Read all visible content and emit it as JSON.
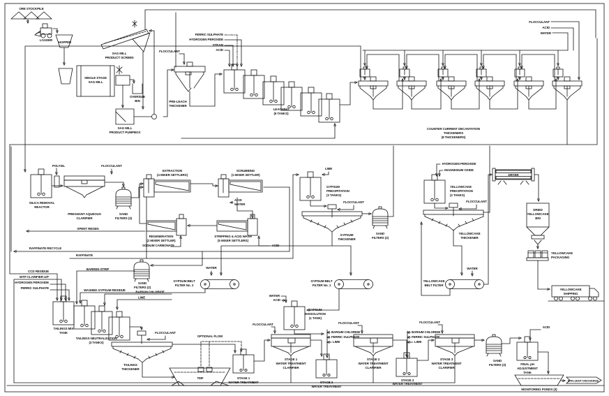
{
  "colors": {
    "line": "#111111",
    "background": "#ffffff",
    "dryer_stripe": "#8a8a3d"
  },
  "labels": {
    "grinding": {
      "ore_stockpile": "ORE STOCKPILE",
      "loader": "LOADER",
      "hopper": "HOPPER",
      "sag_mill": [
        "SINGLE STAGE",
        "SAG MILL"
      ],
      "product_screen": [
        "SAG MILL",
        "PRODUCT SCREEN"
      ],
      "oversize_bin": [
        "OVERSIZE",
        "BIN"
      ],
      "product_pumpbox": [
        "SAG MILL",
        "PRODUCT PUMPBOX"
      ],
      "pre_leach_thickener": [
        "PRE-LEACH",
        "THICKENER"
      ],
      "flocculant": "FLOCCULANT"
    },
    "leaching": {
      "ferric_sulphate": "FERRIC SULPHATE",
      "hydrogen_peroxide": "HYDROGEN PEROXIDE",
      "steam": "STEAM",
      "acid": "ACID",
      "title": [
        "LEACHING",
        "(6 TANKS)"
      ]
    },
    "ccd": {
      "flocculant": "FLOCCULANT",
      "acid": "ACID",
      "water": "WATER",
      "title": [
        "COUNTER CURRENT DECANTATION",
        "THICKENERS",
        "(8 THICKENERS)"
      ]
    },
    "sx": {
      "polysil": "POLYSIL",
      "flocculant": "FLOCCULANT",
      "silica_removal_reactor": [
        "SILICA REMOVAL",
        "REACTOR"
      ],
      "pregnant_aqueous_clarifier": [
        "PREGNANT AQUEOUS",
        "CLARIFIER"
      ],
      "sand_filters": [
        "SAND",
        "FILTERS (3)"
      ],
      "extraction": [
        "EXTRACTION",
        "(4 MIXER SETTLERS)"
      ],
      "scrubbing": [
        "SCRUBBING",
        "(1 MIXER SETTLER)"
      ],
      "acid_water": [
        "ACID",
        "WATER"
      ],
      "regeneration": [
        "REGENERATION",
        "(1 MIXER SETTLER)"
      ],
      "sodium_carbonate": "SODIUM CARBONATE",
      "stripping": [
        "STRIPPING & ACID WASH",
        "(5 MIXER SETTLERS)"
      ],
      "acid": "ACID",
      "spent_regen": "SPENT REGEN",
      "raffinate_recycle": "RAFFINATE RECYCLE",
      "raffinate": "RAFFINATE"
    },
    "gypsum": {
      "lime": "LIME",
      "precipitation": [
        "GYPSUM",
        "PRECIPITATION",
        "(3 TANKS)"
      ],
      "flocculant": "FLOCCULANT",
      "thickener": [
        "GYPSUM",
        "THICKENER"
      ],
      "sand_filters": [
        "SAND",
        "FILTERS (2)"
      ],
      "water_bf2": "WATER",
      "belt_filter_2": [
        "GYPSUM BELT",
        "FILTER No. 2"
      ],
      "belt_filter_1": [
        "GYPSUM BELT",
        "FILTER No. 1"
      ],
      "water_dissolution": "WATER",
      "acid_dissolution": "ACID",
      "dissolution": [
        "GYPSUM",
        "DISSOLUTION",
        "(1 TANK)"
      ]
    },
    "yellowcake": {
      "hydrogen_peroxide": "HYDROGEN PEROXIDE",
      "magnesium_oxide": "MAGNESIUM OXIDE",
      "precipitation": [
        "YELLOWCAKE",
        "PRECIPITATION",
        "(2 TANKS)"
      ],
      "flocculant": "FLOCCULANT",
      "thickener": [
        "YELLOWCAKE",
        "THICKENER"
      ],
      "water": "WATER",
      "belt_filter": [
        "YELLOWCAKE",
        "BELT FILTER"
      ],
      "dryer": "DRYER",
      "bin": [
        "DRIED",
        "YELLOWCAKE",
        "BIN"
      ],
      "packaging": [
        "YELLOWCAKE",
        "PACKAGING"
      ],
      "shipping": [
        "YELLOWCAKE",
        "SHIPPING"
      ]
    },
    "tailings": {
      "ccd_residue": "CCD RESIDUE",
      "wtp_clarifier_uf": "WTP CLARIFIER U/F",
      "hydrogen_peroxide": "HYDROGEN PEROXIDE",
      "ferric_sulphate": "FERRIC SULPHATE",
      "barren_strip": "BARREN STRIP",
      "sand_filters": [
        "SAND",
        "FILTERS (2)"
      ],
      "washed_gypsum_residue": "WASHED GYPSUM RESIDUE",
      "barium_chloride": "BARIUM CHLORIDE",
      "lime": "LIME",
      "mix_tank": [
        "TAILINGS MIX",
        "TANK"
      ],
      "neutralization": [
        "TAILINGS NEUTRALIZATION",
        "(3 TANKS)"
      ],
      "flocculant": "FLOCCULANT",
      "thickener": [
        "TAILINGS",
        "THICKENER"
      ],
      "tmf": "TMF",
      "optional_flow": "OPTIONAL FLOW"
    },
    "water_treatment": {
      "stage1": [
        "STAGE 1",
        "WATER TREATMENT"
      ],
      "flocculant1": "FLOCCULANT",
      "clarifier1": [
        "STAGE 1",
        "WATER TREATMENT",
        "CLARIFIER"
      ],
      "barium_chloride2": "BARIUM CHLORIDE",
      "ferric_sulphate2": "FERRIC SULPHATE",
      "lime2": "LIME",
      "stage2": [
        "STAGE 2",
        "WATER TREATMENT"
      ],
      "flocculant2": "FLOCCULANT",
      "clarifier2": [
        "STAGE 2",
        "WATER TREATMENT",
        "CLARIFIER"
      ],
      "barium_chloride3": "BARIUM CHLORIDE",
      "ferric_sulphate3": "FERRIC SULPHATE",
      "lime3": "LIME",
      "stage3": [
        "STAGE 3",
        "WATER TREATMENT"
      ],
      "flocculant3": "FLOCCULANT",
      "clarifier3": [
        "STAGE 3",
        "WATER TREATMENT",
        "CLARIFIER"
      ],
      "sand_filters": [
        "SAND",
        "FILTERS (3)"
      ],
      "acid": "ACID",
      "final_ph": [
        "FINAL pH",
        "ADJUSTMENT",
        "TANK"
      ],
      "monitoring_ponds": "MONITORING PONDS (3)",
      "effluent_discharge": "EFFLUENT DISCHARGE"
    }
  }
}
